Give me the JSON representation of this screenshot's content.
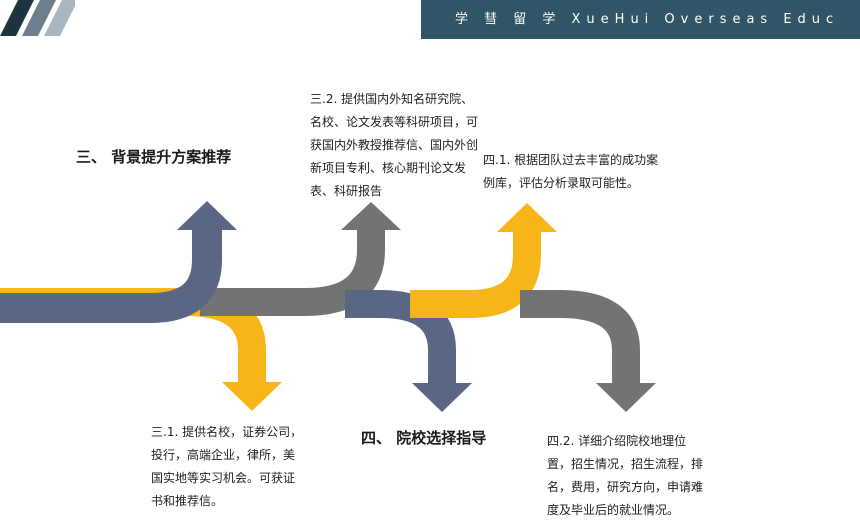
{
  "header": {
    "text": "学 彗 留 学  XueHui Overseas Educ"
  },
  "sections": {
    "section3_title": "三、 背景提升方案推荐",
    "section4_title": "四、 院校选择指导"
  },
  "notes": {
    "n3_1": "三.1. 提供名校，证券公司，投行，高端企业，律所，美国实地等实习机会。可获证书和推荐信。",
    "n3_2": "三.2. 提供国内外知名研究院、名校、论文发表等科研项目，可获国内外教授推荐信、国内外创新项目专利、核心期刊论文发表、科研报告",
    "n4_1": "四.1. 根据团队过去丰富的成功案例库，评估分析录取可能性。",
    "n4_2": "四.2. 详细介绍院校地理位置，招生情况，招生流程，排名，费用，研究方向，申请难度及毕业后的就业情况。"
  },
  "colors": {
    "navy": "#5b6685",
    "yellow": "#f7b519",
    "gray": "#737373",
    "header": "#2f5566"
  }
}
